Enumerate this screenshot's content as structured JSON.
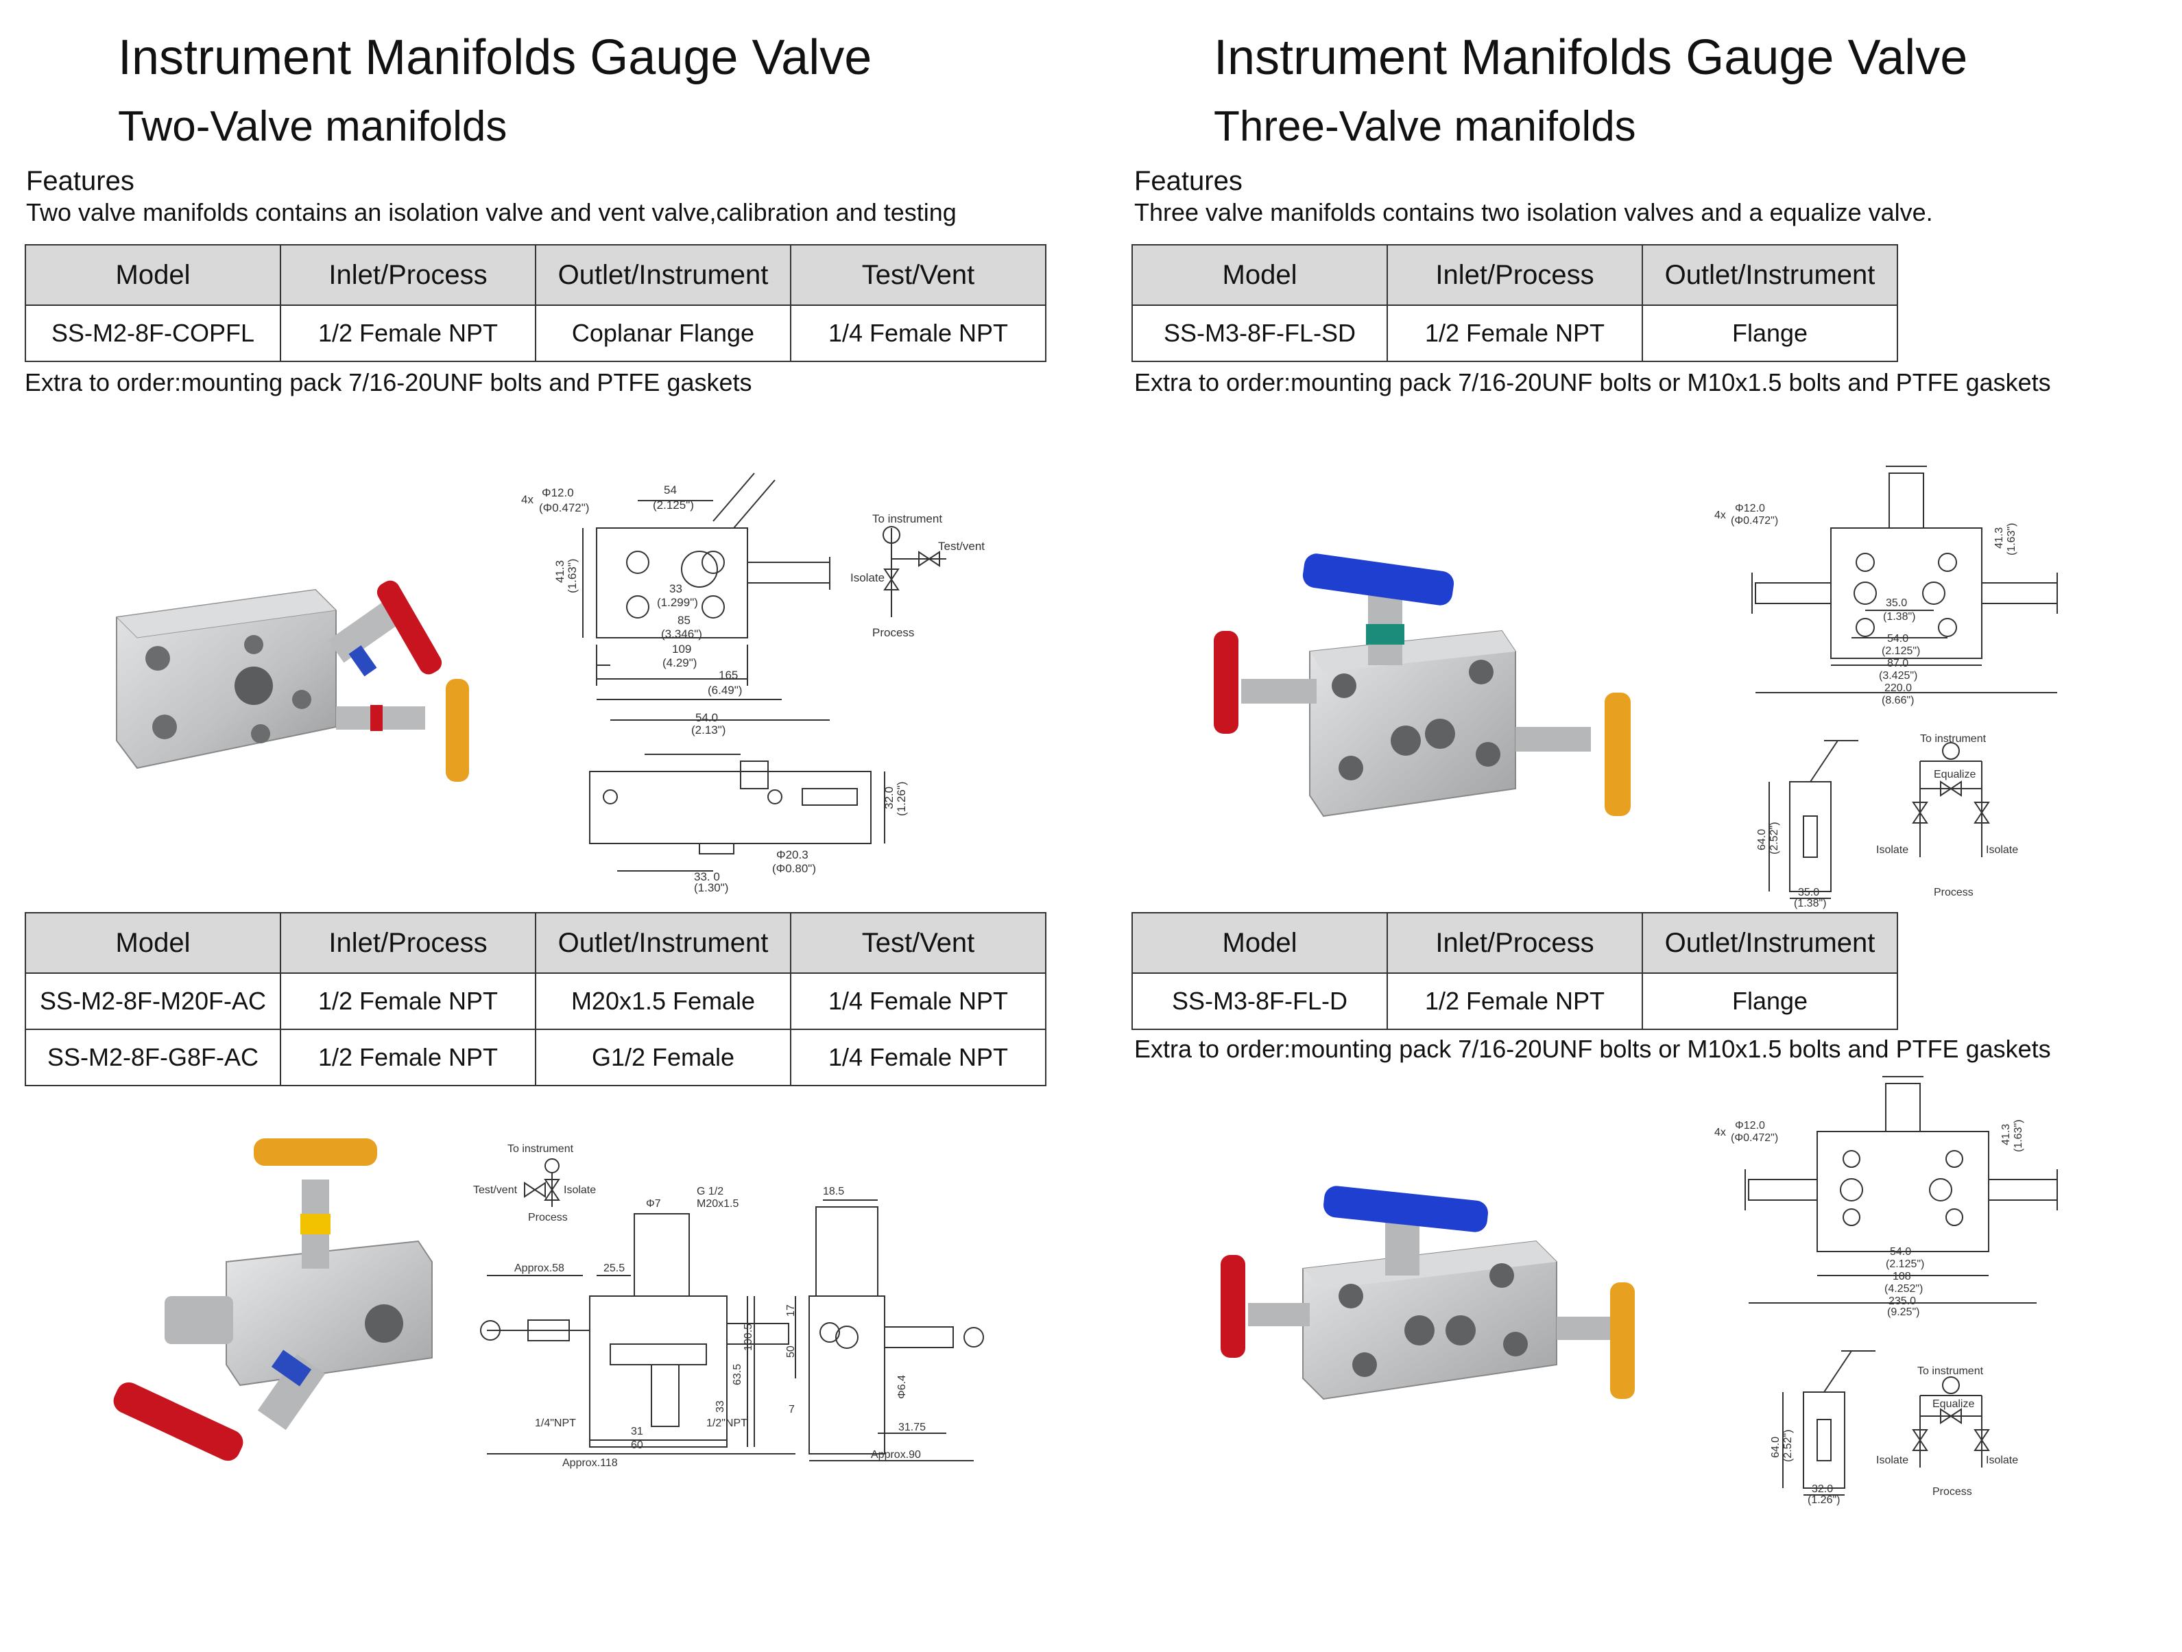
{
  "left": {
    "title": "Instrument Manifolds Gauge Valve",
    "subtitle": "Two-Valve manifolds",
    "features_heading": "Features",
    "features_text": "Two valve manifolds contains an isolation valve and vent valve,calibration and testing",
    "table1": {
      "headers": [
        "Model",
        "Inlet/Process",
        "Outlet/Instrument",
        "Test/Vent"
      ],
      "rows": [
        [
          "SS-M2-8F-COPFL",
          "1/2 Female NPT",
          "Coplanar Flange",
          "1/4 Female NPT"
        ]
      ]
    },
    "extra": "Extra to order:mounting pack 7/16-20UNF bolts and PTFE gaskets",
    "table2": {
      "headers": [
        "Model",
        "Inlet/Process",
        "Outlet/Instrument",
        "Test/Vent"
      ],
      "rows": [
        [
          "SS-M2-8F-M20F-AC",
          "1/2 Female NPT",
          "M20x1.5 Female",
          "1/4 Female NPT"
        ],
        [
          "SS-M2-8F-G8F-AC",
          "1/2 Female NPT",
          "G1/2 Female",
          "1/4 Female NPT"
        ]
      ]
    },
    "drawing1": {
      "d1": "4x",
      "d2": "Φ12.0",
      "d3": "(Φ0.472\")",
      "d4": "54",
      "d5": "(2.125\")",
      "d6": "41.3",
      "d7": "(1.63\")",
      "d8": "33",
      "d9": "(1.299\")",
      "d10": "85",
      "d11": "(3.346\")",
      "d12": "109",
      "d13": "(4.29\")",
      "d14": "165",
      "d15": "(6.49\")",
      "s1": "To instrument",
      "s2": "Test/vent",
      "s3": "Isolate",
      "s4": "Process",
      "e1": "54.0",
      "e2": "(2.13\")",
      "e3": "32.0",
      "e4": "(1.26\")",
      "e5": "Φ20.3",
      "e6": "(Φ0.80\")",
      "e7": "33. 0",
      "e8": "(1.30\")"
    },
    "drawing2": {
      "s1": "To instrument",
      "s2": "Test/vent",
      "s3": "Isolate",
      "s4": "Process",
      "d1": "Φ7",
      "d2": "G 1/2",
      "d3": "M20x1.5",
      "d4": "Approx.58",
      "d5": "25.5",
      "d6": "100.5",
      "d7": "63.5",
      "d8": "33",
      "d9": "1/4\"NPT",
      "d10": "31",
      "d11": "60",
      "d12": "1/2\"NPT",
      "d13": "Approx.118",
      "d14": "18.5",
      "d15": "17",
      "d16": "50",
      "d17": "7",
      "d18": "Φ6.4",
      "d19": "31.75",
      "d20": "Approx.90"
    }
  },
  "right": {
    "title": "Instrument Manifolds Gauge Valve",
    "subtitle": "Three-Valve manifolds",
    "features_heading": "Features",
    "features_text": "Three valve manifolds contains two isolation valves and a equalize valve.",
    "table1": {
      "headers": [
        "Model",
        "Inlet/Process",
        "Outlet/Instrument"
      ],
      "rows": [
        [
          "SS-M3-8F-FL-SD",
          "1/2 Female NPT",
          "Flange"
        ]
      ]
    },
    "extra1": "Extra to order:mounting pack 7/16-20UNF bolts or M10x1.5 bolts and PTFE gaskets",
    "table2": {
      "headers": [
        "Model",
        "Inlet/Process",
        "Outlet/Instrument"
      ],
      "rows": [
        [
          "SS-M3-8F-FL-D",
          "1/2 Female NPT",
          "Flange"
        ]
      ]
    },
    "extra2": "Extra to order:mounting pack 7/16-20UNF bolts or M10x1.5 bolts and PTFE gaskets",
    "drawing1": {
      "d1": "4x",
      "d2": "Φ12.0",
      "d3": "(Φ0.472\")",
      "d4": "41.3",
      "d5": "(1.63\")",
      "d6": "35.0",
      "d7": "(1.38\")",
      "d8": "54.0",
      "d9": "(2.125\")",
      "d10": "87.0",
      "d11": "(3.425\")",
      "d12": "220.0",
      "d13": "(8.66\")",
      "s1": "To instrument",
      "s2": "Equalize",
      "s3": "Isolate",
      "s4": "Isolate",
      "s5": "Process",
      "e1": "64.0",
      "e2": "(2.52\")",
      "e3": "35.0",
      "e4": "(1.38\")"
    },
    "drawing2": {
      "d1": "4x",
      "d2": "Φ12.0",
      "d3": "(Φ0.472\")",
      "d4": "41.3",
      "d5": "(1.63\")",
      "d6": "54.0",
      "d7": "(2.125\")",
      "d8": "108",
      "d9": "(4.252\")",
      "d10": "235.0",
      "d11": "(9.25\")",
      "s1": "To instrument",
      "s2": "Equalize",
      "s3": "Isolate",
      "s4": "Isolate",
      "s5": "Process",
      "e1": "64.0",
      "e2": "(2.52\")",
      "e3": "32.0",
      "e4": "(1.26\")"
    }
  },
  "colors": {
    "header_bg": "#d9d9d9",
    "steel": "#c9cbcd",
    "handle_red": "#c8141e",
    "handle_orange": "#e8a020",
    "handle_blue": "#1f3fd0"
  }
}
